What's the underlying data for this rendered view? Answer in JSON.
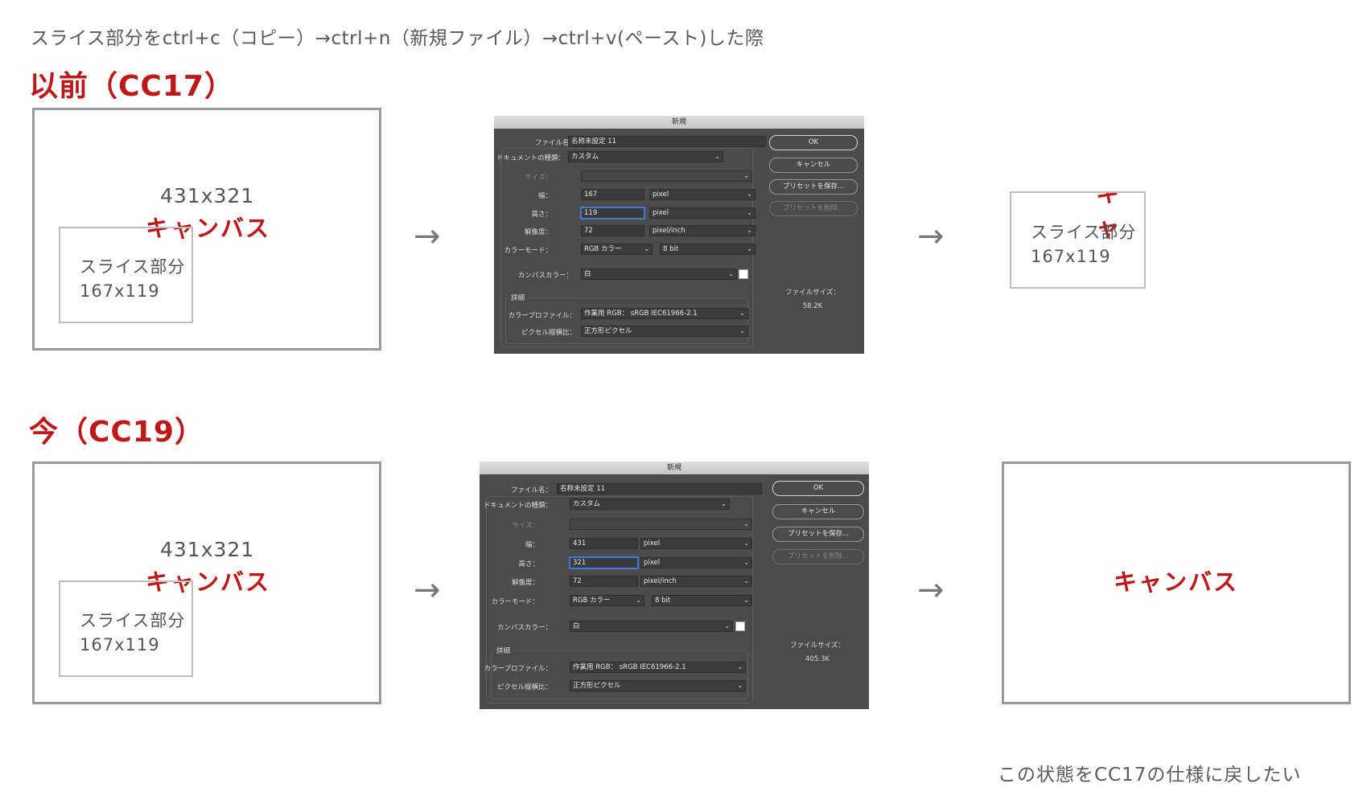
{
  "heading": "スライス部分をctrl+c（コピー）→ctrl+n（新規ファイル）→ctrl+v(ペースト)した際",
  "before": {
    "title": "以前（CC17）",
    "canvas_dim": "431x321",
    "canvas_label": "キャンバス",
    "slice_label": "スライス部分",
    "slice_dim": "167x119",
    "arrow1": "→",
    "arrow2": "→",
    "result_canvas_label": "キャ",
    "result_slice_label": "スライス部分",
    "result_slice_dim": "167x119",
    "dialog": {
      "title": "新規",
      "filename_label": "ファイル名：",
      "filename": "名称未設定 11",
      "doctype_label": "ドキュメントの種類：",
      "doctype": "カスタム",
      "size_label": "サイズ：",
      "width_label": "幅：",
      "width": "167",
      "width_unit": "pixel",
      "height_label": "高さ：",
      "height": "119",
      "height_unit": "pixel",
      "resolution_label": "解像度：",
      "resolution": "72",
      "resolution_unit": "pixel/inch",
      "colormode_label": "カラーモード：",
      "colormode": "RGB カラー",
      "bitdepth": "8 bit",
      "canvascolor_label": "カンバスカラー：",
      "canvascolor": "白",
      "details_label": "詳細",
      "profile_label": "カラープロファイル：",
      "profile": "作業用 RGB： sRGB IEC61966-2.1",
      "aspect_label": "ピクセル縦横比：",
      "aspect": "正方形ピクセル",
      "ok": "OK",
      "cancel": "キャンセル",
      "save_preset": "プリセットを保存...",
      "delete_preset": "プリセットを削除...",
      "filesize_label": "ファイルサイズ：",
      "filesize": "58.2K"
    }
  },
  "now": {
    "title": "今（CC19）",
    "canvas_dim": "431x321",
    "canvas_label": "キャンバス",
    "slice_label": "スライス部分",
    "slice_dim": "167x119",
    "arrow1": "→",
    "arrow2": "→",
    "result_canvas_label": "キャンバス",
    "dialog": {
      "title": "新規",
      "filename_label": "ファイル名：",
      "filename": "名称未設定 11",
      "doctype_label": "ドキュメントの種類：",
      "doctype": "カスタム",
      "size_label": "サイズ：",
      "width_label": "幅：",
      "width": "431",
      "width_unit": "pixel",
      "height_label": "高さ：",
      "height": "321",
      "height_unit": "pixel",
      "resolution_label": "解像度：",
      "resolution": "72",
      "resolution_unit": "pixel/inch",
      "colormode_label": "カラーモード：",
      "colormode": "RGB カラー",
      "bitdepth": "8 bit",
      "canvascolor_label": "カンバスカラー：",
      "canvascolor": "白",
      "details_label": "詳細",
      "profile_label": "カラープロファイル：",
      "profile": "作業用 RGB： sRGB IEC61966-2.1",
      "aspect_label": "ピクセル縦横比：",
      "aspect": "正方形ピクセル",
      "ok": "OK",
      "cancel": "キャンセル",
      "save_preset": "プリセットを保存...",
      "delete_preset": "プリセットを削除...",
      "filesize_label": "ファイルサイズ：",
      "filesize": "405.3K"
    }
  },
  "footer": "この状態をCC17の仕様に戻したい",
  "colors": {
    "accent_red": "#c01818",
    "dialog_bg": "#4b4b4b",
    "focus_blue": "#3e7ad6"
  },
  "icons": {
    "dropdown": "chevron-down-icon",
    "arrow": "right-arrow-icon"
  }
}
